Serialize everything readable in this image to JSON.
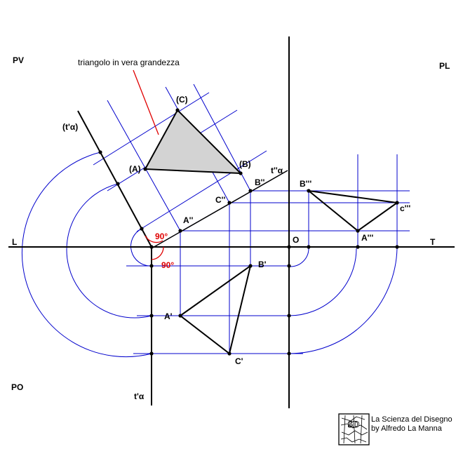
{
  "annotation": "triangolo in vera grandezza",
  "planes": {
    "pv": "PV",
    "pl": "PL",
    "po": "PO"
  },
  "ground_line": {
    "left": "L",
    "right": "T",
    "origin": "O"
  },
  "traces": {
    "t_alpha": "t'α",
    "t2_alpha": "t''α",
    "t_alpha_rot": "(t'α)"
  },
  "angles": {
    "a1": "90°",
    "a2": "90°"
  },
  "points": {
    "A_rot": "(A)",
    "B_rot": "(B)",
    "C_rot": "(C)",
    "A2": "A''",
    "B2": "B''",
    "C2": "C''",
    "A1": "A'",
    "B1": "B'",
    "C1": "C'",
    "A3": "A'''",
    "B3": "B'''",
    "C3": "c'''"
  },
  "credit": {
    "line1": "La Scienza del Disegno",
    "line2": "by Alfredo La Manna",
    "logo": "SD"
  },
  "colors": {
    "blue": "#0000cc",
    "red": "#e00000",
    "fill": "#d3d3d3",
    "ink": "#000000"
  }
}
